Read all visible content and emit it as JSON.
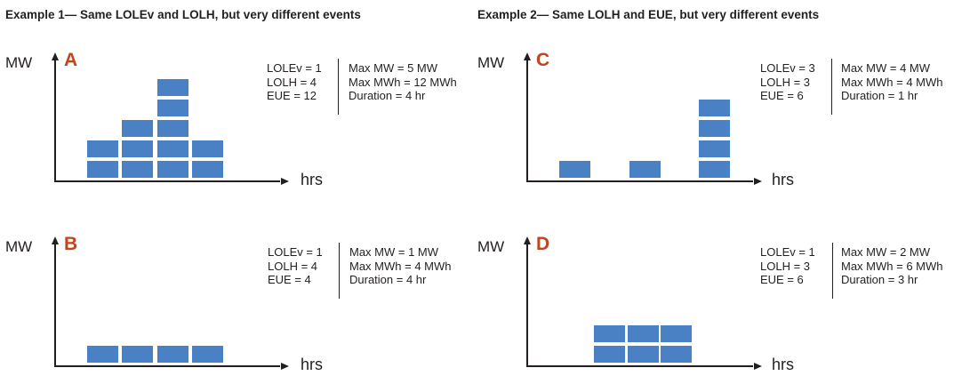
{
  "examples": [
    {
      "heading": "Example 1— Same LOLEv and LOLH, but very different events"
    },
    {
      "heading": "Example 2— Same LOLH and EUE, but very different events"
    }
  ],
  "panels": [
    {
      "id": "A",
      "y_label": "MW",
      "x_label": "hrs",
      "metrics": [
        "LOLEv = 1",
        "LOLH = 4",
        "EUE = 12"
      ],
      "details": [
        "Max MW = 5 MW",
        "Max MWh = 12 MWh",
        "Duration = 4 hr"
      ],
      "hourly_blocks": [
        2,
        3,
        5,
        2
      ]
    },
    {
      "id": "B",
      "y_label": "MW",
      "x_label": "hrs",
      "metrics": [
        "LOLEv = 1",
        "LOLH = 4",
        "EUE = 4"
      ],
      "details": [
        "Max MW = 1 MW",
        "Max MWh = 4 MWh",
        "Duration = 4 hr"
      ],
      "hourly_blocks": [
        1,
        1,
        1,
        1
      ]
    },
    {
      "id": "C",
      "y_label": "MW",
      "x_label": "hrs",
      "metrics": [
        "LOLEv = 3",
        "LOLH = 3",
        "EUE = 6"
      ],
      "details": [
        "Max MW = 4 MW",
        "Max MWh = 4 MWh",
        "Duration = 1 hr"
      ],
      "hourly_blocks": [
        1,
        0,
        1,
        0,
        4
      ]
    },
    {
      "id": "D",
      "y_label": "MW",
      "x_label": "hrs",
      "metrics": [
        "LOLEv = 1",
        "LOLH = 3",
        "EUE = 6"
      ],
      "details": [
        "Max MW = 2 MW",
        "Max MWh = 6 MWh",
        "Duration = 3 hr"
      ],
      "hourly_blocks": [
        2,
        2,
        2
      ]
    }
  ],
  "colors": {
    "block": "#4a80c4",
    "panel_label": "#c0451f",
    "axis": "#231f20"
  }
}
